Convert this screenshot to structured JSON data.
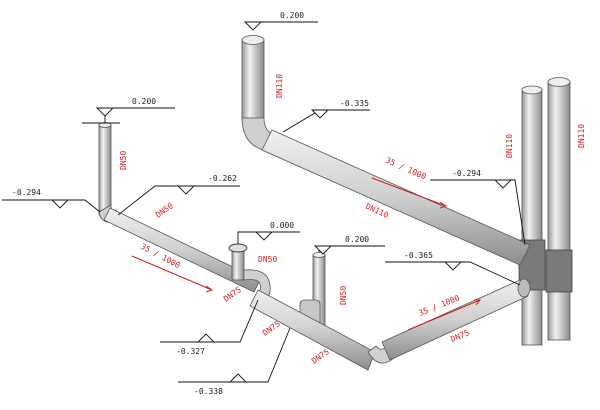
{
  "elevations": {
    "top_left_riser": "0.200",
    "top_main_stack": "0.200",
    "branch_upper_left": "-0.335",
    "left_riser_top": "0.200",
    "far_left": "-0.294",
    "mid_left_pipe": "-0.262",
    "cleanout_top": "0.000",
    "short_riser_top": "0.200",
    "right_upper": "-0.294",
    "right_lower": "-0.365",
    "bottom_mid_a": "-0.327",
    "bottom_mid_b": "-0.338"
  },
  "sizes": {
    "riser_left_top": "DN110",
    "left_riser": "DN50",
    "left_branch": "DN50",
    "cleanout": "DN50",
    "short_riser": "DN50",
    "upper_main": "DN110",
    "stack_a": "DN110",
    "stack_b": "DN110",
    "lower_a": "DN75",
    "lower_b": "DN75",
    "lower_c": "DN75",
    "lower_right": "DN75"
  },
  "slopes": {
    "upper_main": "35 / 1000",
    "left_branch": "35 / 1000",
    "lower_right": "35 / 1000"
  },
  "colors": {
    "pipe_fill": "#d8d8d8",
    "pipe_stroke": "#555555",
    "annotation_red": "#cc2222",
    "leader_black": "#111111"
  }
}
